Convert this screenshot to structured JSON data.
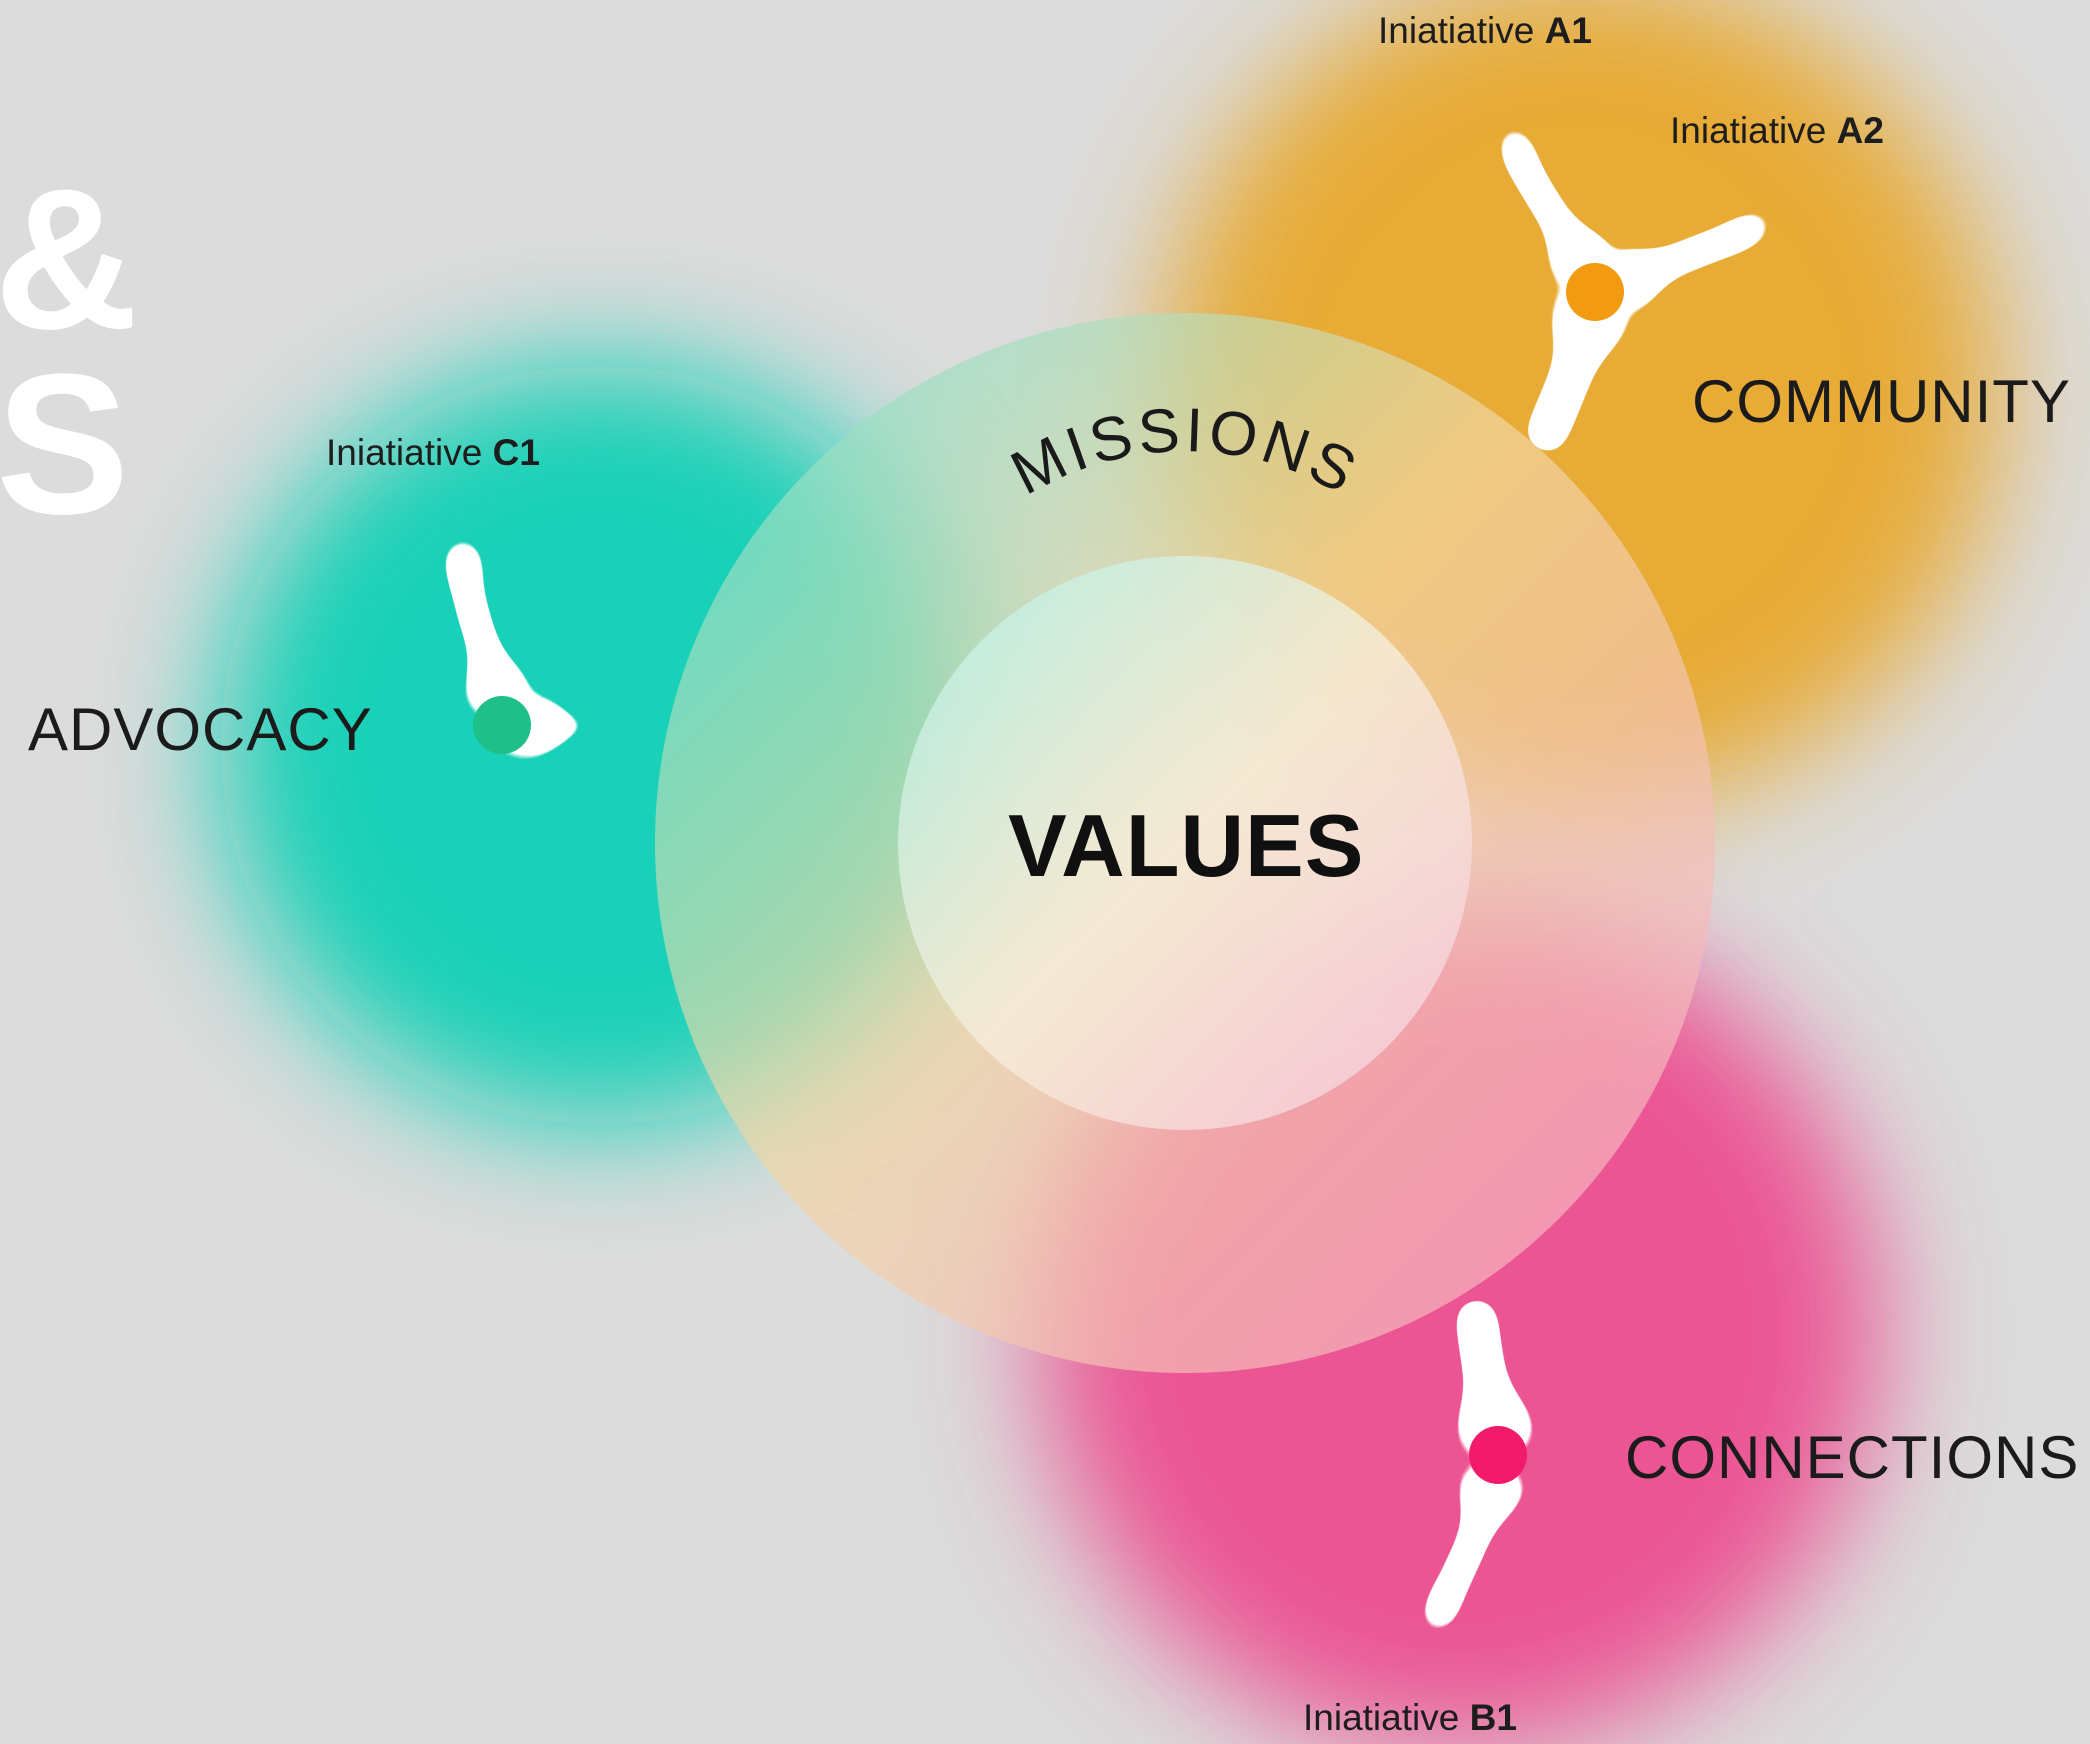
{
  "title_fragments": [
    "&",
    "S"
  ],
  "center": {
    "label": "VALUES"
  },
  "ring": {
    "label": "MISSIONS"
  },
  "categories": {
    "advocacy": {
      "label": "ADVOCACY",
      "color": "#12cbb0",
      "node": "#1fbf8a"
    },
    "community": {
      "label": "COMMUNITY",
      "color": "#e8a930",
      "node": "#f29a10"
    },
    "connections": {
      "label": "CONNECTIONS",
      "color": "#ea4f90",
      "node": "#f21a6a"
    }
  },
  "initiatives": {
    "a1": {
      "prefix": "Iniatiative",
      "code": "A1"
    },
    "a2": {
      "prefix": "Iniatiative",
      "code": "A2"
    },
    "b1": {
      "prefix": "Iniatiative",
      "code": "B1"
    },
    "c1": {
      "prefix": "Iniatiative",
      "code": "C1"
    }
  }
}
